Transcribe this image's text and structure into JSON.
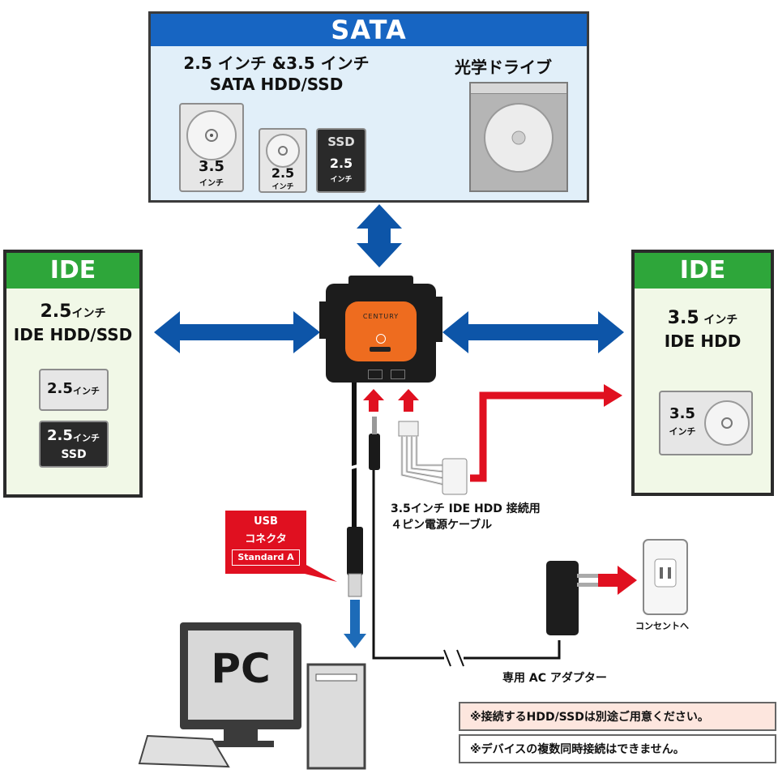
{
  "sata": {
    "header": "SATA",
    "hdd_title_line1": "2.5 インチ &3.5 インチ",
    "hdd_title_line2": "SATA HDD/SSD",
    "optical_title": "光学ドライブ",
    "drive_35_num": "3.5",
    "drive_35_unit": "インチ",
    "drive_25_num": "2.5",
    "drive_25_unit": "インチ",
    "ssd_tag": "SSD",
    "ssd_num": "2.5",
    "ssd_unit": "インチ"
  },
  "ide_left": {
    "header": "IDE",
    "title_num": "2.5",
    "title_unit": "インチ",
    "title_line2": "IDE HDD/SSD",
    "chip1_num": "2.5",
    "chip1_unit": "インチ",
    "chip2_num": "2.5",
    "chip2_unit": "インチ",
    "chip2_tag": "SSD"
  },
  "ide_right": {
    "header": "IDE",
    "title_num": "3.5",
    "title_unit": "インチ",
    "title_line2": "IDE HDD",
    "drive_num": "3.5",
    "drive_unit": "インチ"
  },
  "device": {
    "brand": "CENTURY"
  },
  "usb": {
    "line1": "USB",
    "line2": "コネクタ",
    "line3": "Standard A"
  },
  "power_cable": {
    "line1": "3.5インチ IDE HDD 接続用",
    "line2": "４ピン電源ケーブル"
  },
  "outlet_label": "コンセントへ",
  "adapter_label": "専用 AC アダプター",
  "pc_label": "PC",
  "notes": [
    "※接続するHDD/SSDは別途ご用意ください。",
    "※デバイスの複数同時接続はできません。"
  ],
  "colors": {
    "sata_blue": "#1765c2",
    "ide_green": "#2ea63a",
    "arrow_blue": "#0d55a8",
    "arrow_red": "#e01020",
    "device_orange": "#ee6c1f",
    "note_pink": "#fde6de"
  }
}
